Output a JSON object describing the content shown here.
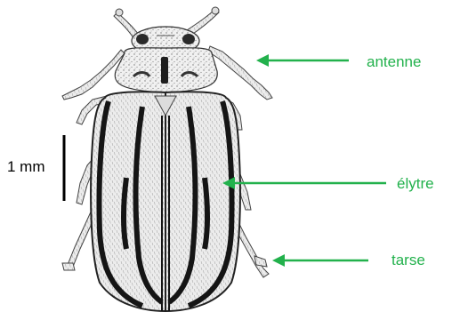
{
  "scale_bar": {
    "label": "1 mm"
  },
  "labels": {
    "antenna": "antenne",
    "elytron": "élytre",
    "tarsus": "tarse"
  },
  "colors": {
    "label": "#22b14c",
    "arrow": "#22b14c",
    "ink": "#111111",
    "body_fill": "#eeeeee"
  },
  "subject": "beetle-illustration"
}
